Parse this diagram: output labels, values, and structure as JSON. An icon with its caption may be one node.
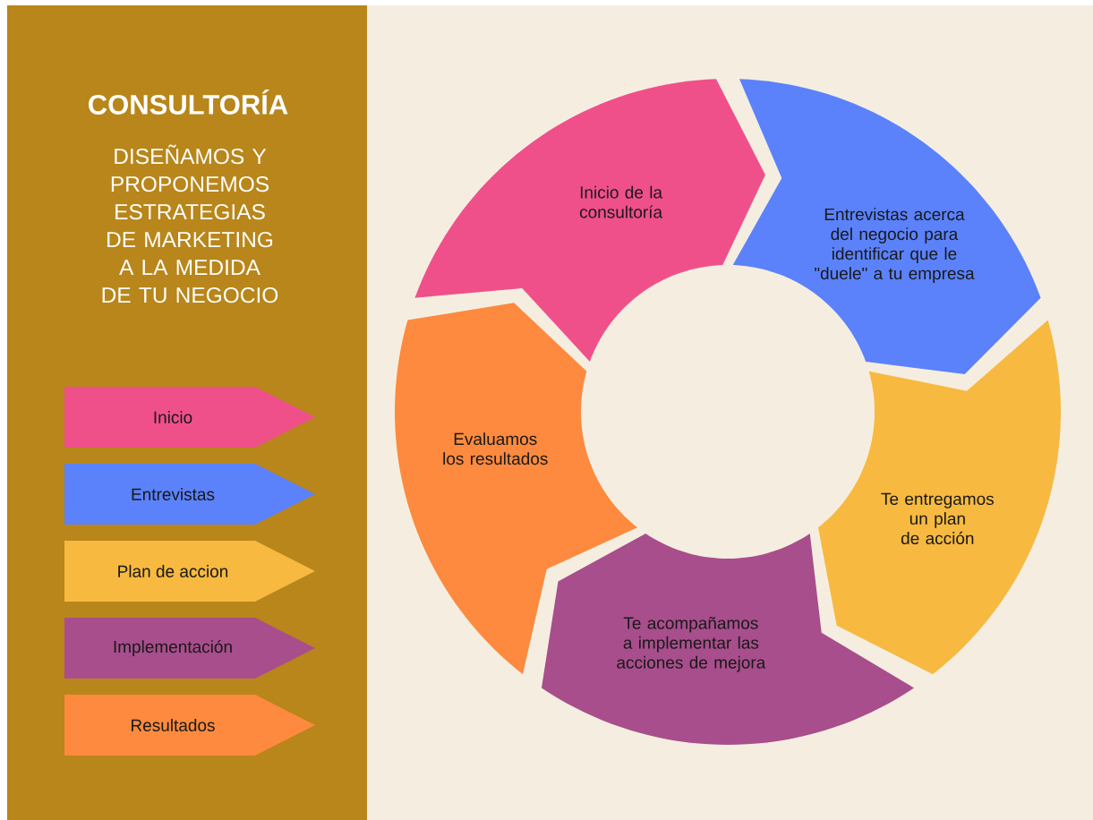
{
  "diagram": {
    "title": "CONSULTORÍA",
    "nodes": [
      {
        "text": [
          "Inicio de la consultoría"
        ]
      },
      {
        "text": [
          "Entrevistas acerca del negocio para identificar que le \"duele\" a tu empresa"
        ]
      },
      {
        "text": [
          "Te entregamos un plan de acción"
        ]
      },
      {
        "text": [
          "Te acompañamos a implementar las acciones de mejora"
        ]
      },
      {
        "text": [
          "Evaluamos los resultados"
        ]
      }
    ],
    "labels": [
      "DISEÑAMOS Y PROPONEMOS ESTRATEGIAS DE MARKETING A LA MEDIDA DE TU NEGOCIO"
    ],
    "legend": [
      {
        "text": "Inicio",
        "color": "#f0508a"
      },
      {
        "text": "Entrevistas",
        "color": "#5b82fb"
      },
      {
        "text": "Plan de accion",
        "color": "#f7b940"
      },
      {
        "text": "Implementación",
        "color": "#a84e8c"
      },
      {
        "text": "Resultados",
        "color": "#fd8a3e"
      }
    ]
  }
}
